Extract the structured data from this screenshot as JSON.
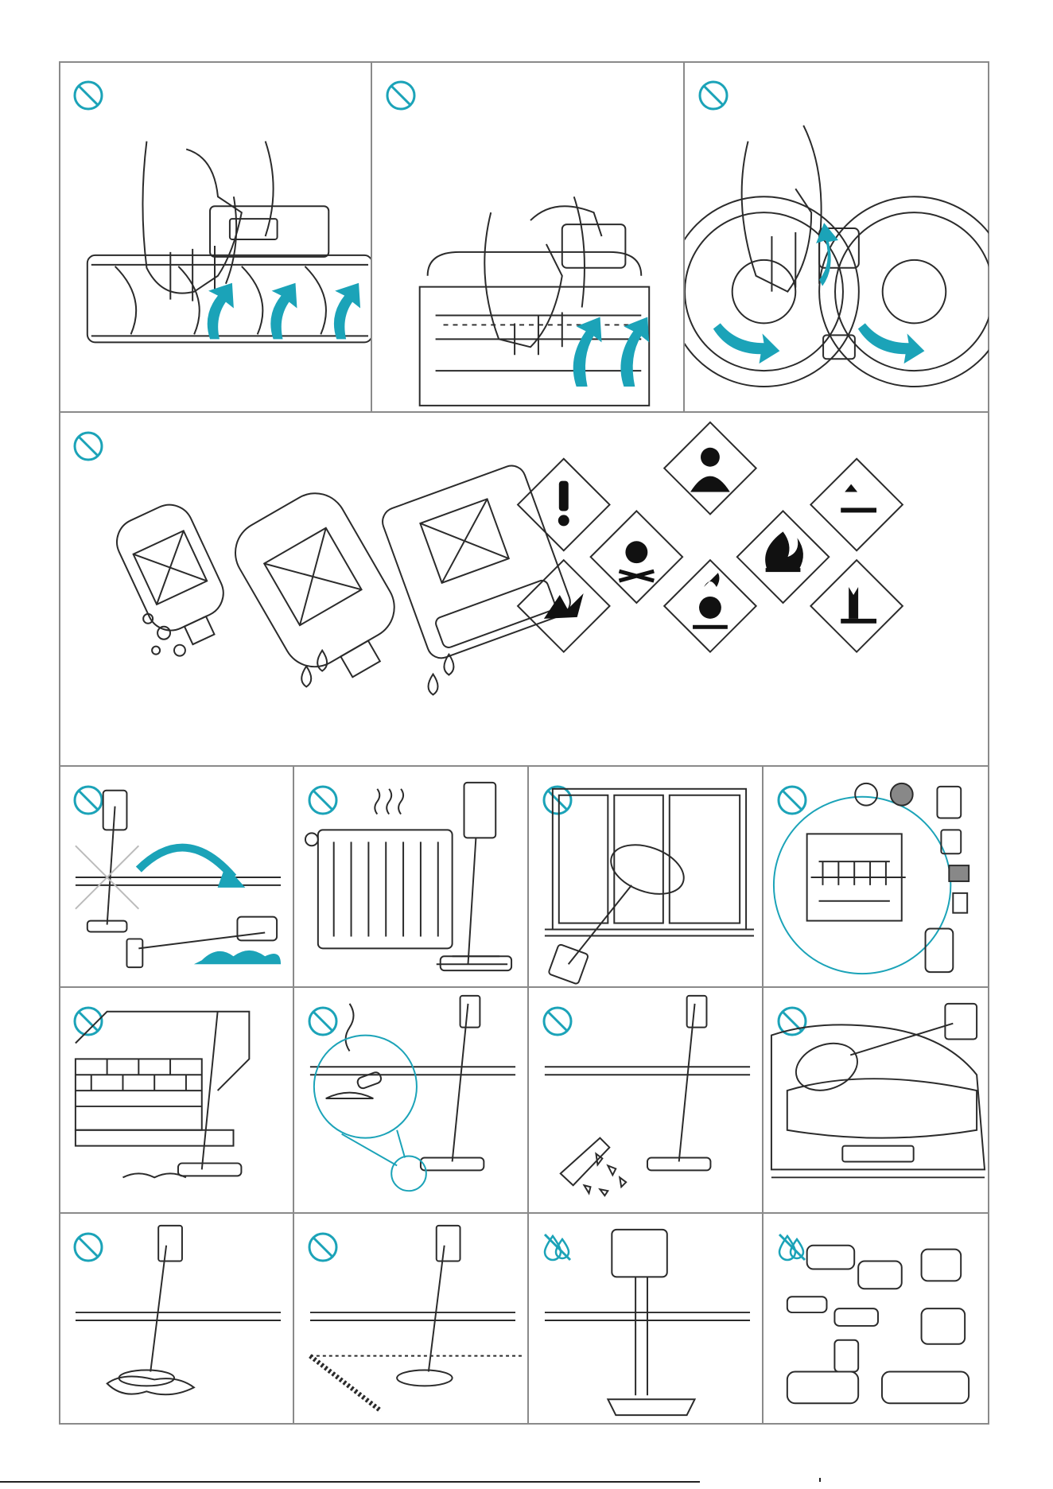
{
  "document": {
    "type": "safety-warning-pictogram-sheet",
    "colors": {
      "accent": "#1ba3b8",
      "line": "#2b2b2b",
      "border": "#8a8a8a"
    }
  },
  "symbols": {
    "prohibited": "prohibited-circle-icon",
    "no_water": "no-water-drop-icon"
  },
  "panels": [
    {
      "id": "brush-roll-hand",
      "symbol": "prohibited-circle-icon"
    },
    {
      "id": "brush-bar-hand",
      "symbol": "prohibited-circle-icon"
    },
    {
      "id": "mop-pads-hand",
      "symbol": "prohibited-circle-icon"
    },
    {
      "id": "chemicals-hazards",
      "symbol": "prohibited-circle-icon",
      "hazard_icons": [
        "exclamation-icon",
        "health-hazard-icon",
        "corrosive-icon",
        "toxic-skull-icon",
        "flammable-icon",
        "explosive-icon",
        "oxidizer-icon",
        "environment-icon"
      ]
    },
    {
      "id": "falling-vacuum",
      "symbol": "prohibited-circle-icon"
    },
    {
      "id": "near-radiator",
      "symbol": "prohibited-circle-icon"
    },
    {
      "id": "cleaning-window",
      "symbol": "prohibited-circle-icon"
    },
    {
      "id": "dishwasher-parts",
      "symbol": "prohibited-circle-icon"
    },
    {
      "id": "fireplace-ash",
      "symbol": "prohibited-circle-icon"
    },
    {
      "id": "cigarette-butts",
      "symbol": "prohibited-circle-icon"
    },
    {
      "id": "broken-glass",
      "symbol": "prohibited-circle-icon"
    },
    {
      "id": "car-cleaning",
      "symbol": "prohibited-circle-icon"
    },
    {
      "id": "liquid-spill",
      "symbol": "prohibited-circle-icon"
    },
    {
      "id": "wet-floor-edge",
      "symbol": "prohibited-circle-icon"
    },
    {
      "id": "stand-no-water",
      "symbol": "no-water-drop-icon"
    },
    {
      "id": "accessories-no-water",
      "symbol": "no-water-drop-icon"
    }
  ]
}
